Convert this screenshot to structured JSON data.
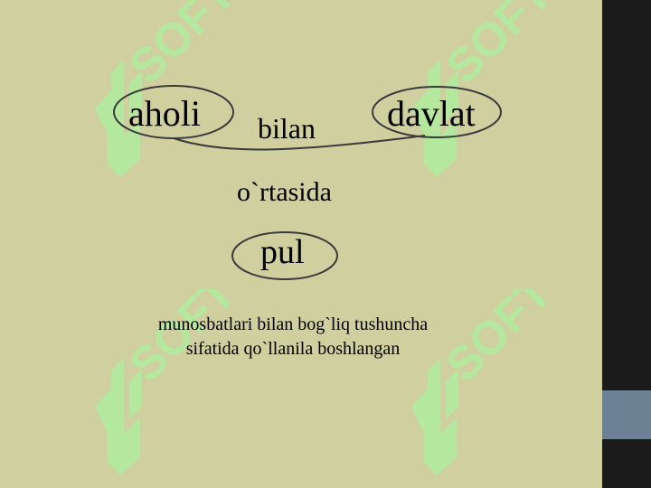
{
  "slide": {
    "words": {
      "aholi": "aholi",
      "davlat": "davlat",
      "bilan": "bilan",
      "ortasida": "o`rtasida",
      "pul": "pul"
    },
    "caption_line1": "munosbatlari bilan bog`liq tushuncha",
    "caption_line2": "sifatida qo`llanila boshlangan",
    "watermark_text": "SOFT"
  },
  "colors": {
    "background": "#cfcfa0",
    "sidebar": "#1b1b1b",
    "sidebar_accent": "#6c8194",
    "watermark": "#b5e89f"
  }
}
